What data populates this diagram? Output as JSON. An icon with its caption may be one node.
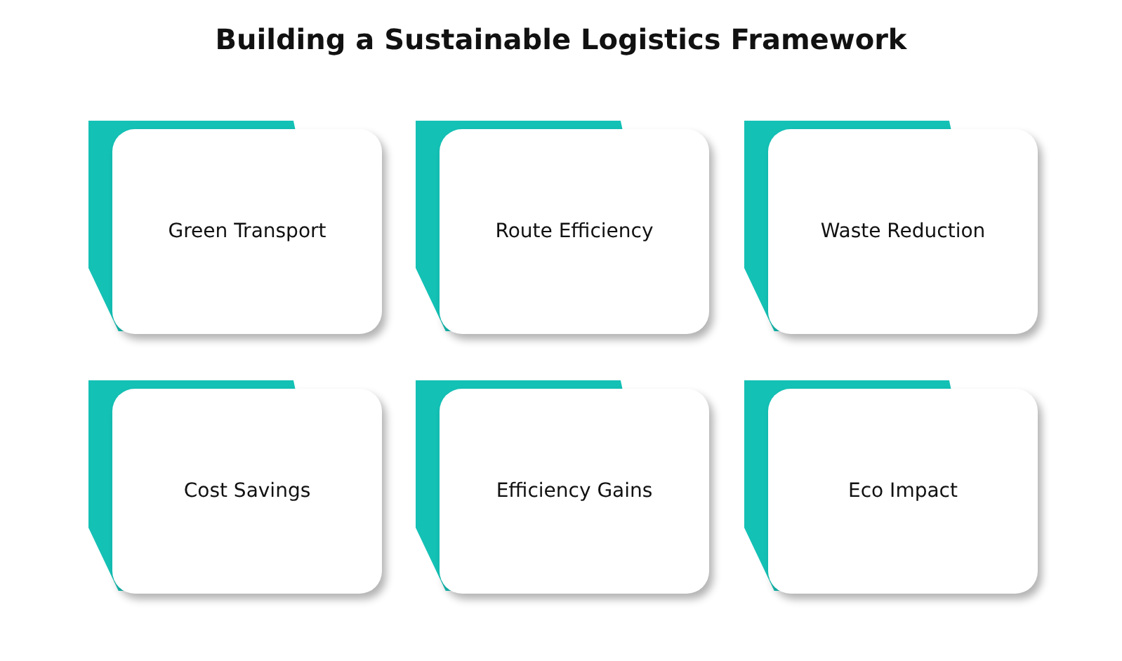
{
  "diagram": {
    "title": "Building a Sustainable Logistics Framework",
    "nodes": [
      {
        "text": [
          "Green Transport"
        ]
      },
      {
        "text": [
          "Route Efficiency"
        ]
      },
      {
        "text": [
          "Waste Reduction"
        ]
      },
      {
        "text": [
          "Cost Savings"
        ]
      },
      {
        "text": [
          "Efficiency Gains"
        ]
      },
      {
        "text": [
          "Eco Impact"
        ]
      }
    ]
  }
}
